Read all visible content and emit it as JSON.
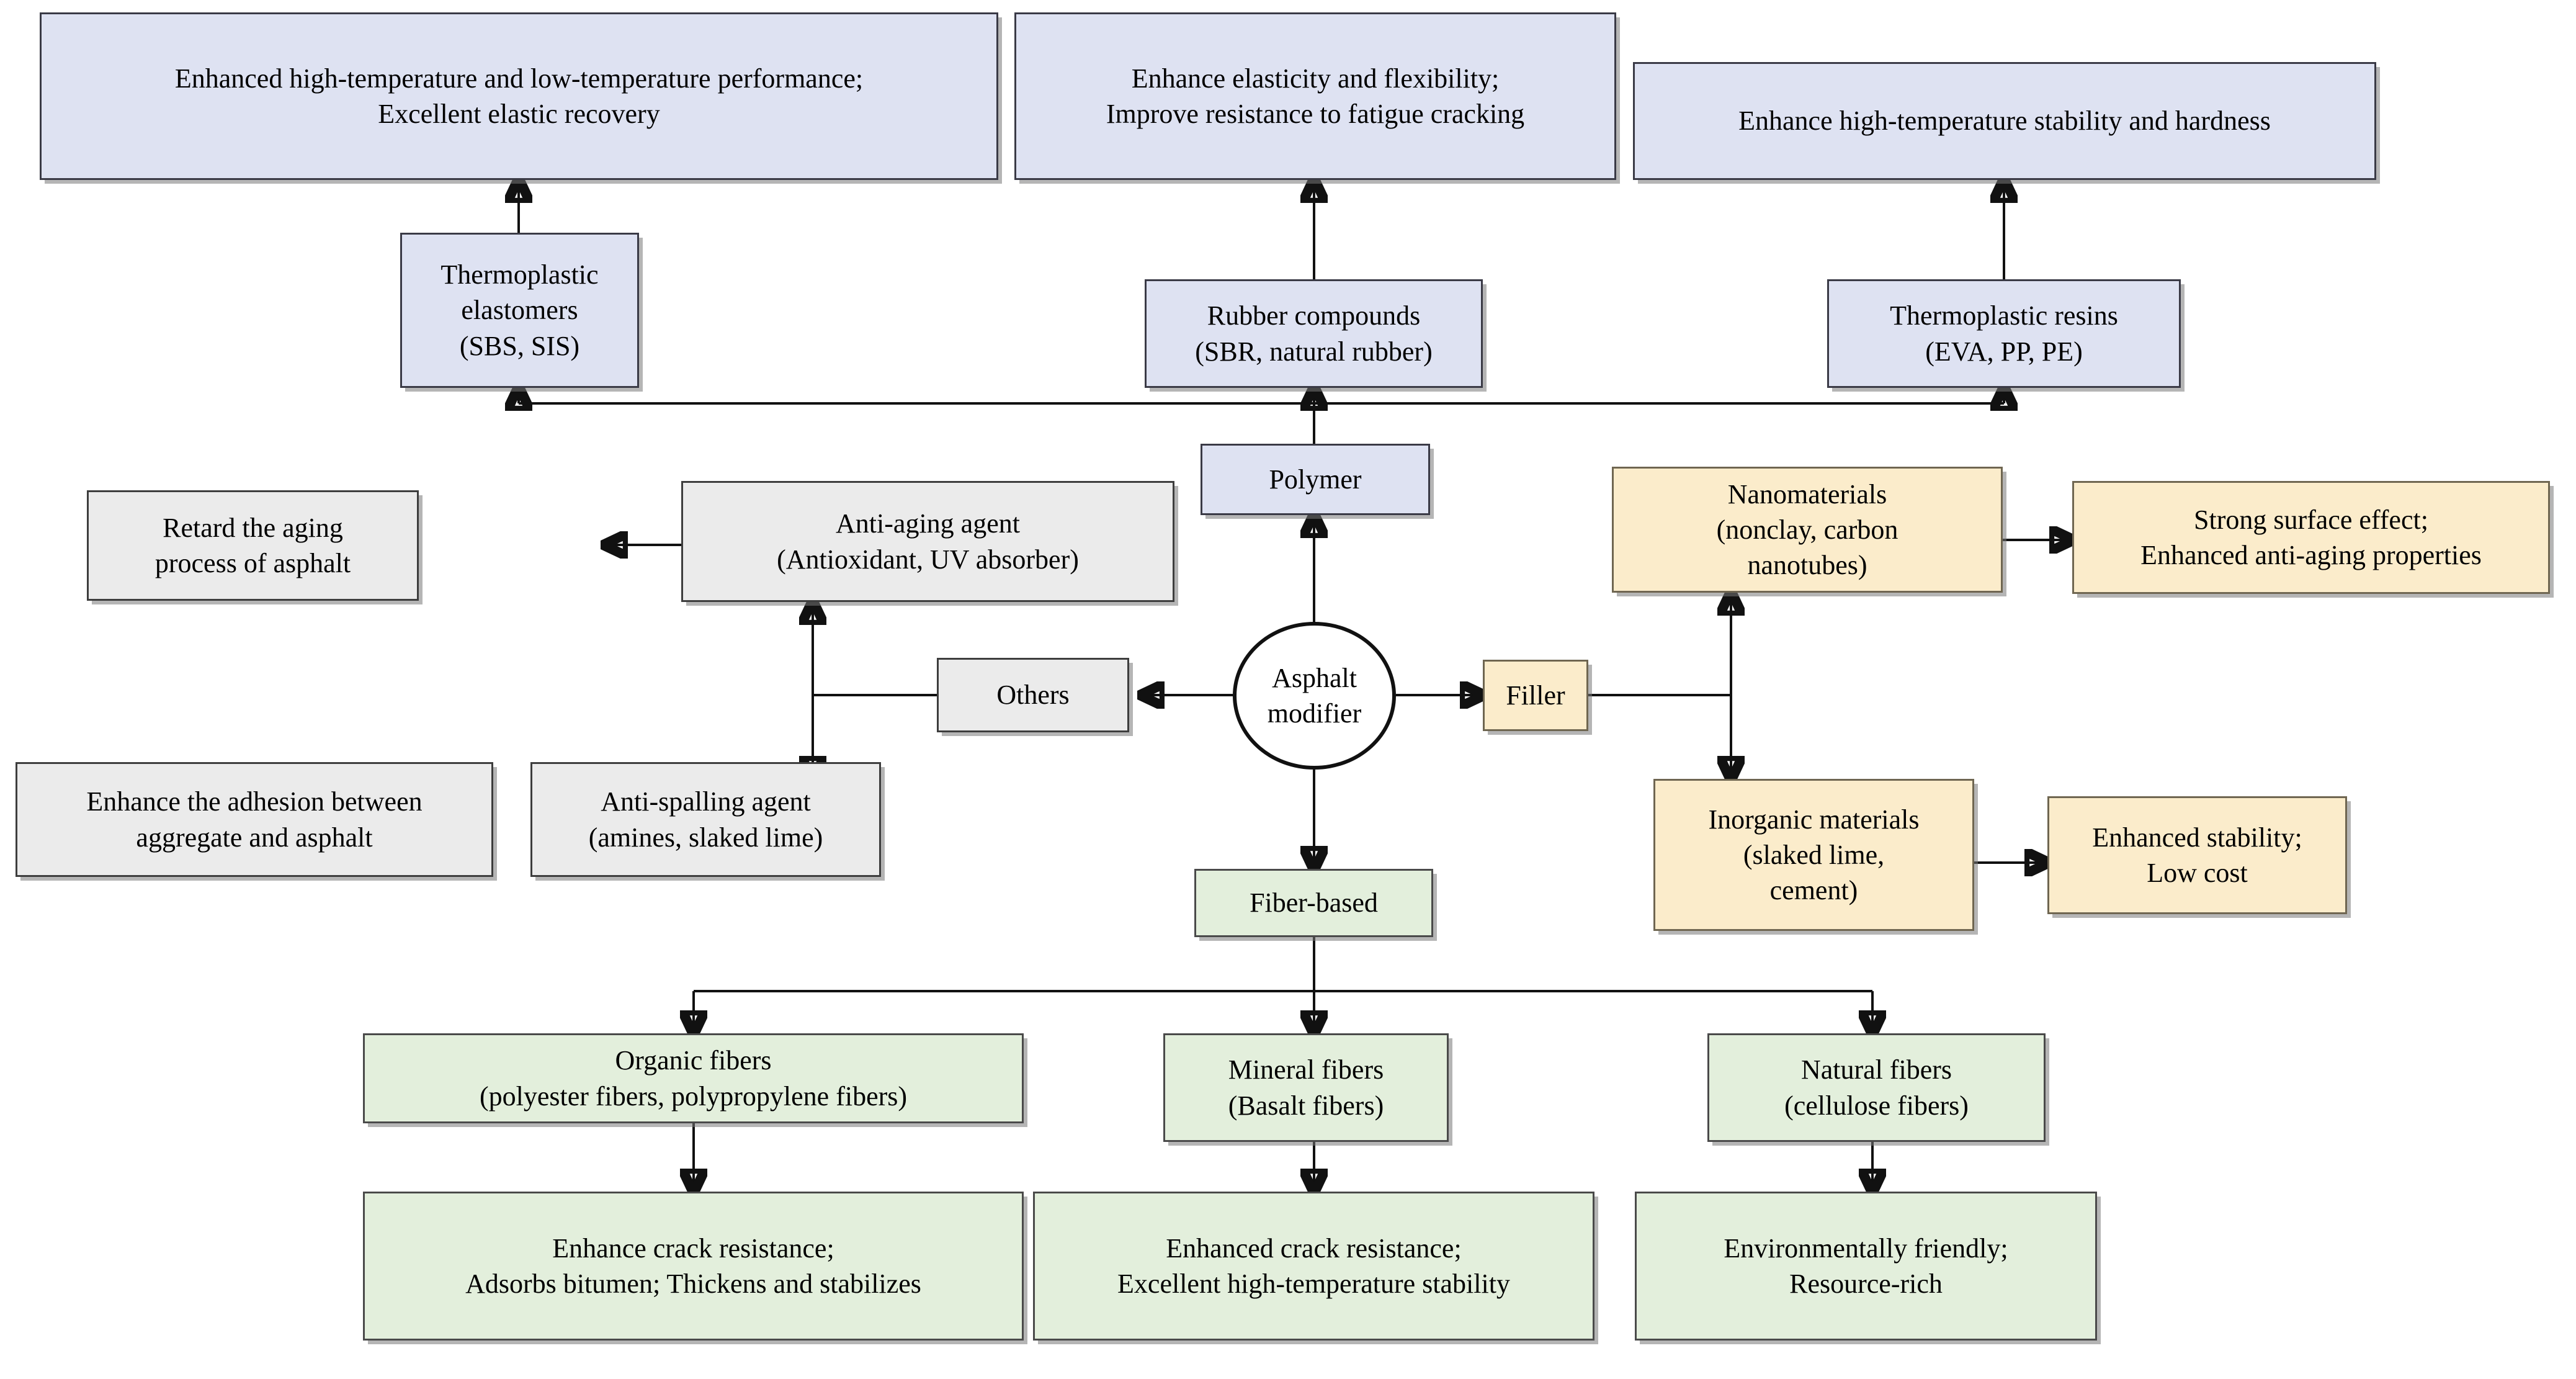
{
  "diagram": {
    "title": "Asphalt modifier classification flowchart",
    "center": {
      "label": "Asphalt\nmodifier"
    },
    "colors": {
      "polymer_fill": "#dee2f2",
      "filler_fill": "#fbeccb",
      "fiber_fill": "#e3efdc",
      "others_fill": "#ebebeb",
      "line": "#111111",
      "border": "#3b3b3b"
    },
    "categories": [
      {
        "key": "polymer",
        "label": "Polymer",
        "color": "#dee2f2"
      },
      {
        "key": "filler",
        "label": "Filler",
        "color": "#fbeccb"
      },
      {
        "key": "fiber",
        "label": "Fiber-based",
        "color": "#e3efdc"
      },
      {
        "key": "others",
        "label": "Others",
        "color": "#ebebeb"
      }
    ],
    "nodes": {
      "benefit_tpe": "Enhanced high-temperature and low-temperature performance;\nExcellent elastic recovery",
      "benefit_rubber": "Enhance elasticity and flexibility;\nImprove resistance to fatigue cracking",
      "benefit_resin": "Enhance high-temperature stability and hardness",
      "tpe": "Thermoplastic\nelastomers\n(SBS, SIS)",
      "rubber": "Rubber compounds\n(SBR, natural rubber)",
      "resin": "Thermoplastic resins\n(EVA, PP, PE)",
      "polymer": "Polymer",
      "nanomaterials": "Nanomaterials\n(nonclay, carbon\nnanotubes)",
      "benefit_nano": "Strong surface effect;\nEnhanced anti-aging properties",
      "filler": "Filler",
      "inorganic": "Inorganic materials\n(slaked lime,\ncement)",
      "benefit_inorganic": "Enhanced stability;\nLow cost",
      "antiaging": "Anti-aging agent\n(Antioxidant, UV absorber)",
      "benefit_antiaging": "Retard the aging\nprocess of asphalt",
      "antispalling": "Anti-spalling agent\n(amines, slaked lime)",
      "benefit_antispalling": "Enhance the adhesion between\naggregate and asphalt",
      "others": "Others",
      "fiber": "Fiber-based",
      "organic_fibers": "Organic fibers\n(polyester fibers, polypropylene fibers)",
      "mineral_fibers": "Mineral fibers\n(Basalt fibers)",
      "natural_fibers": "Natural fibers\n(cellulose fibers)",
      "benefit_organic": "Enhance crack resistance;\nAdsorbs bitumen; Thickens and stabilizes",
      "benefit_mineral": "Enhanced crack resistance;\nExcellent high-temperature stability",
      "benefit_natural": "Environmentally friendly;\nResource-rich"
    }
  }
}
